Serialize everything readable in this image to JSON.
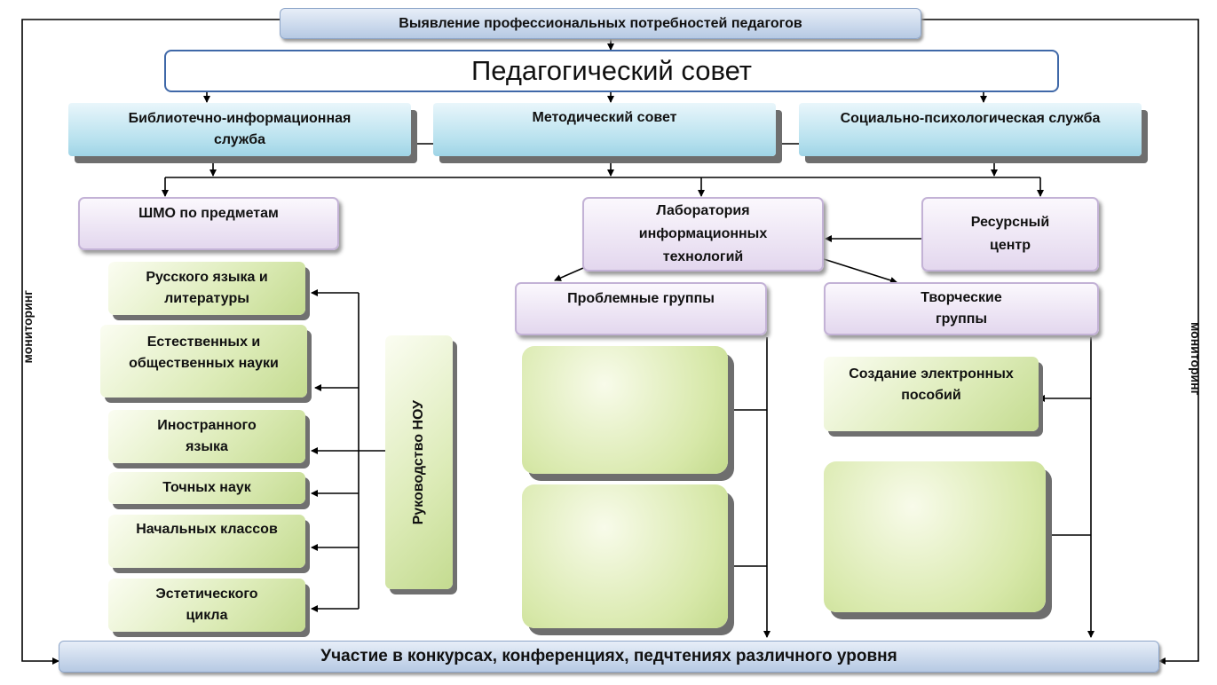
{
  "header": "Выявление профессиональных потребностей педагогов",
  "council": "Педагогический совет",
  "services": {
    "library": "Библиотечно-информационная служба",
    "method": "Методический совет",
    "social": "Социально-психологическая служба"
  },
  "shmo": "ШМО по предметам",
  "lab": "Лаборатория информационных технологий",
  "resource": "Ресурсный центр",
  "problem_groups": "Проблемные группы",
  "creative_groups": "Творческие группы",
  "e_manuals": "Создание электронных пособий",
  "subjects": [
    "Русского языка и литературы",
    "Естественных и общественных науки",
    "Иностранного языка",
    "Точных наук",
    "Начальных классов",
    "Эстетического цикла"
  ],
  "nou": "Руководство НОУ",
  "participation": "Участие в конкурсах, конференциях, педчтениях различного уровня",
  "monitoring_left": "мониторинг",
  "monitoring_right": "мониторинг"
}
